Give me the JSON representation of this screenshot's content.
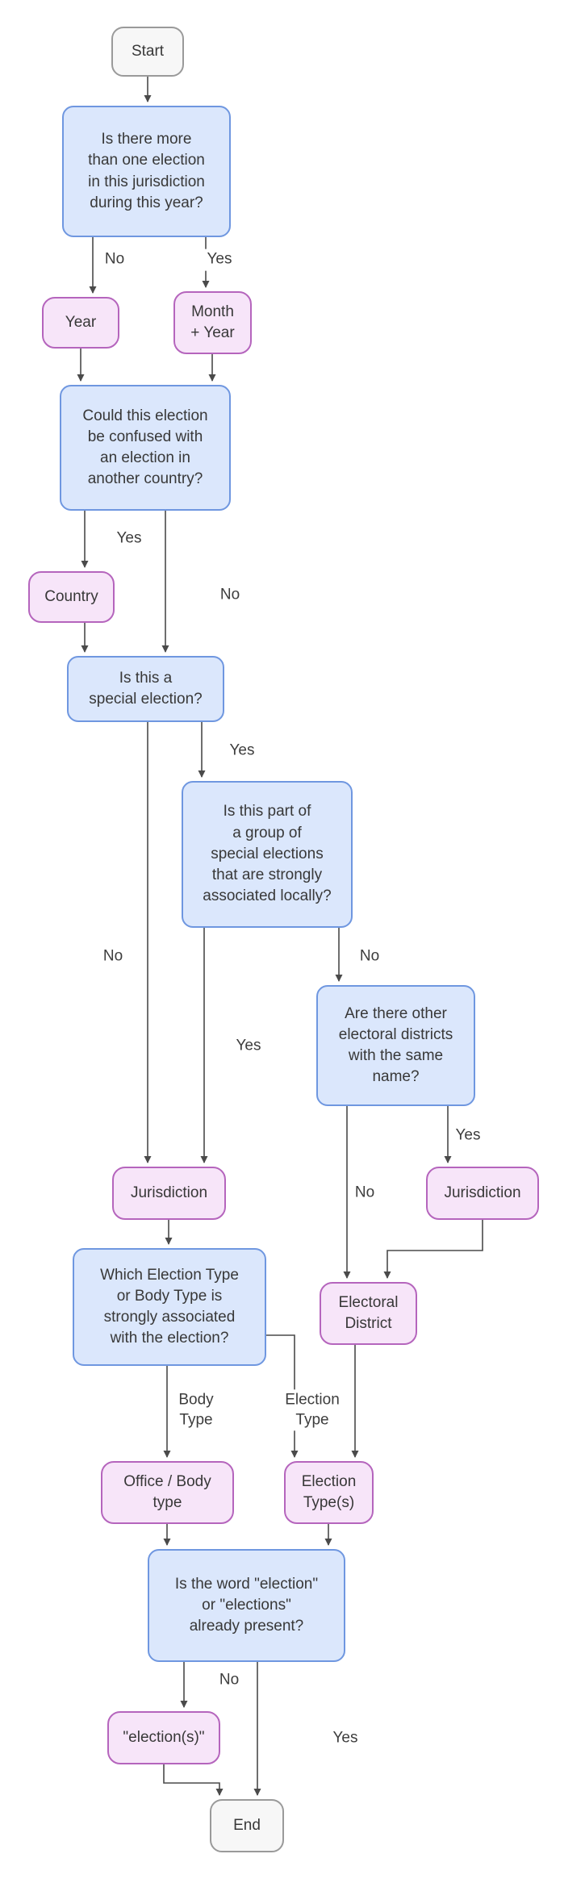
{
  "nodes": {
    "start": "Start",
    "q_multiple": "Is there more\nthan one election\nin this jurisdiction\nduring this year?",
    "year": "Year",
    "month_year": "Month\n+ Year",
    "q_confused": "Could this election\nbe confused with\nan election in\nanother country?",
    "country": "Country",
    "q_special": "Is this a\nspecial election?",
    "q_group": "Is this part of\na group of\nspecial elections\nthat are strongly\nassociated locally?",
    "q_districts": "Are there other\nelectoral districts\nwith the same\nname?",
    "jurisdiction_a": "Jurisdiction",
    "jurisdiction_b": "Jurisdiction",
    "electoral_district": "Electoral\nDistrict",
    "q_type": "Which Election Type\nor Body Type is\nstrongly associated\nwith the election?",
    "office_body": "Office / Body\ntype",
    "election_types": "Election\nType(s)",
    "q_word": "Is the word \"election\"\nor \"elections\"\nalready present?",
    "election_s": "\"election(s)\"",
    "end": "End"
  },
  "edges": {
    "q_multiple_no": "No",
    "q_multiple_yes": "Yes",
    "q_confused_yes": "Yes",
    "q_confused_no": "No",
    "q_special_yes": "Yes",
    "q_special_no": "No",
    "q_group_no": "No",
    "q_group_yes": "Yes",
    "q_districts_yes": "Yes",
    "q_districts_no": "No",
    "body_type": "Body\nType",
    "election_type": "Election\nType",
    "q_word_no": "No",
    "q_word_yes": "Yes"
  },
  "colors": {
    "decision_fill": "#dbe7fc",
    "decision_border": "#6f97e0",
    "result_fill": "#f7e5f9",
    "result_border": "#b565bd",
    "terminal_fill": "#f7f7f7",
    "terminal_border": "#9a9a9a",
    "connector": "#4a4a4a"
  }
}
